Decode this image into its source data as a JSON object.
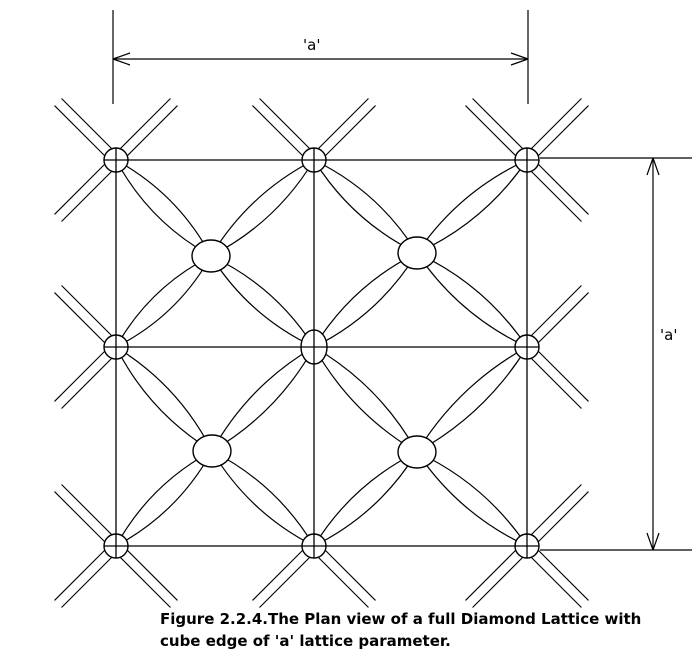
{
  "diagram": {
    "dimension_label_top": "'a'",
    "dimension_label_right": "'a'",
    "stroke_color": "#000000",
    "background_color": "#ffffff"
  },
  "caption": {
    "line1": "Figure 2.2.4.The Plan view of a full Diamond Lattice with",
    "line2": "cube edge of 'a' lattice parameter."
  }
}
